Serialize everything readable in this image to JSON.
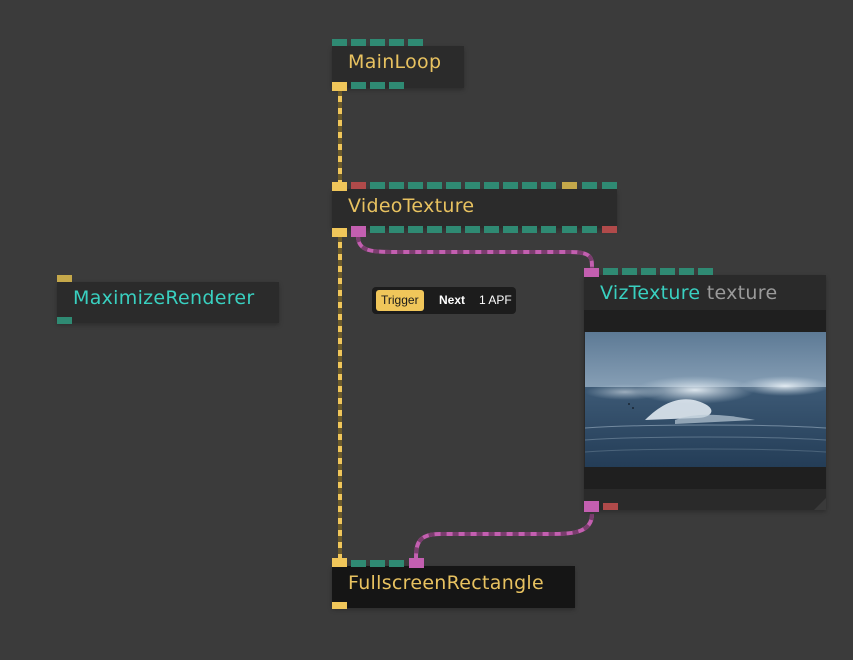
{
  "nodes": {
    "mainloop": {
      "title": "MainLoop"
    },
    "videotexture": {
      "title": "VideoTexture"
    },
    "maximize": {
      "title": "MaximizeRenderer"
    },
    "viztexture": {
      "title": "VizTexture",
      "subtitle": "texture"
    },
    "fullscreen": {
      "title": "FullscreenRectangle"
    }
  },
  "badge": {
    "trigger": "Trigger",
    "next": "Next",
    "apf": "1 APF"
  },
  "colors": {
    "background": "#3b3b3b",
    "node_body": "#2b2b2b",
    "op_title": "#e8c260",
    "ui_title": "#39d0c0",
    "trigger_port": "#f0c65a",
    "number_port": "#2f8a73",
    "object_port": "#c35fb0",
    "bool_port": "#b04a4a"
  }
}
